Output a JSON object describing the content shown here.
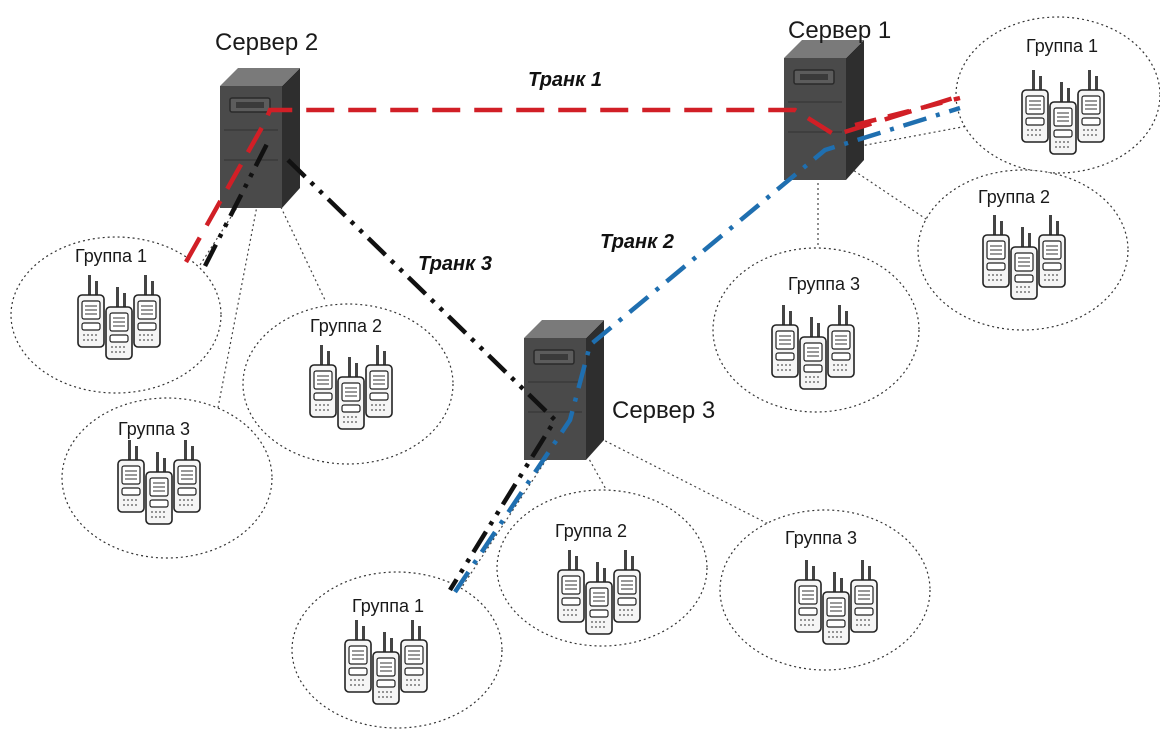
{
  "servers": [
    {
      "id": "server-2",
      "label": "Сервер 2"
    },
    {
      "id": "server-1",
      "label": "Сервер 1"
    },
    {
      "id": "server-3",
      "label": "Сервер 3"
    }
  ],
  "trunks": [
    {
      "id": "trunk-1",
      "label": "Транк 1",
      "color": "#d11f26"
    },
    {
      "id": "trunk-2",
      "label": "Транк 2",
      "color": "#1f6fb0"
    },
    {
      "id": "trunk-3",
      "label": "Транк 3",
      "color": "#111111"
    }
  ],
  "groups": [
    {
      "id": "s2-group-1",
      "label": "Группа 1"
    },
    {
      "id": "s2-group-2",
      "label": "Группа 2"
    },
    {
      "id": "s2-group-3",
      "label": "Группа 3"
    },
    {
      "id": "s1-group-1",
      "label": "Группа 1"
    },
    {
      "id": "s1-group-2",
      "label": "Группа 2"
    },
    {
      "id": "s1-group-3",
      "label": "Группа 3"
    },
    {
      "id": "s3-group-1",
      "label": "Группа 1"
    },
    {
      "id": "s3-group-2",
      "label": "Группа 2"
    },
    {
      "id": "s3-group-3",
      "label": "Группа 3"
    }
  ],
  "icons": {
    "server": "server-tower-icon",
    "radio": "walkie-talkie-icon"
  }
}
